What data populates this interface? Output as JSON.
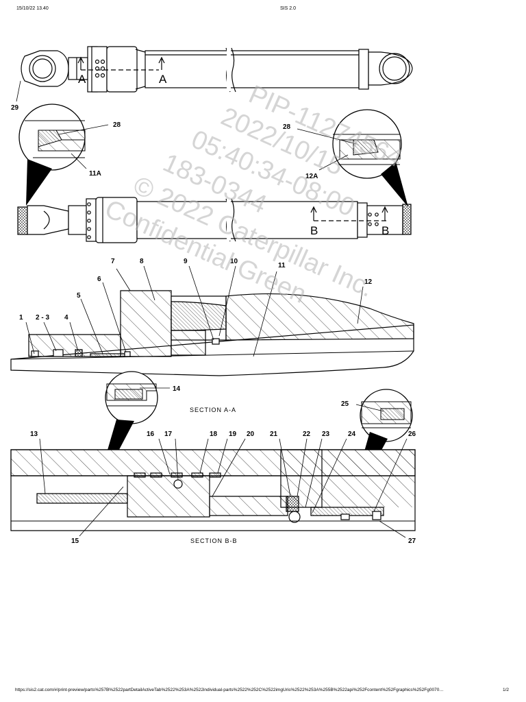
{
  "header": {
    "datetime": "15/10/22 13.40",
    "title": "SIS 2.0"
  },
  "footer": {
    "url": "https://sis2.cat.com/#/print-preview/parts%257B%2522partDetailActiveTab%2522%253A%2522individual-parts%2522%252C%2522imgUris%2522%253A%255B%2522api%252Fcontent%252Fgraphics%252Fg0070…",
    "page": "1/2"
  },
  "watermark": {
    "lines": [
      "PIP-11274564",
      "2022/10/15",
      "05:40:34-08:00",
      "183-0344",
      "© 2022 Caterpillar Inc.",
      "Confidential Green"
    ]
  },
  "diagram": {
    "view_labels": {
      "a1": "A",
      "a2": "A",
      "b1": "B",
      "b2": "B"
    },
    "section_labels": {
      "aa": "SECTION A-A",
      "bb": "SECTION B-B"
    },
    "callouts": {
      "c1": "1",
      "c2_3": "2 - 3",
      "c4": "4",
      "c5": "5",
      "c6": "6",
      "c7": "7",
      "c8": "8",
      "c9": "9",
      "c10": "10",
      "c11": "11",
      "c12": "12",
      "c13": "13",
      "c14": "14",
      "c15": "15",
      "c16": "16",
      "c17": "17",
      "c18": "18",
      "c19": "19",
      "c20": "20",
      "c21": "21",
      "c22": "22",
      "c23": "23",
      "c24": "24",
      "c25": "25",
      "c26": "26",
      "c27": "27",
      "c28a": "28",
      "c28b": "28",
      "c29": "29",
      "c11a": "11A",
      "c12a": "12A"
    }
  }
}
